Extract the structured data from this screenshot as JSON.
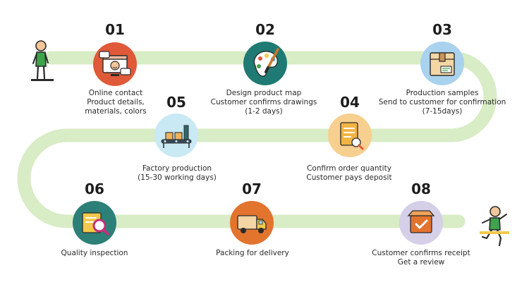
{
  "colors": {
    "path": "#d8ecc5",
    "step_01": "#e05a3a",
    "step_02": "#1f7a73",
    "step_03": "#a9d2ee",
    "step_04": "#f7cf8f",
    "step_05": "#c9e9f4",
    "step_06": "#2c8078",
    "step_07": "#e2742e",
    "step_08": "#d5cfe8",
    "figure_shirt": "#3fa34d",
    "figure_skin": "#f3c79a"
  },
  "steps": [
    {
      "number": "01",
      "icon": "chat-window-icon",
      "caption": [
        "Online contact",
        "Product details,",
        "materials, colors"
      ]
    },
    {
      "number": "02",
      "icon": "paint-palette-icon",
      "caption": [
        "Design product map",
        "Customer confirms drawings",
        "(1-2 days)"
      ]
    },
    {
      "number": "03",
      "icon": "package-box-icon",
      "caption": [
        "Production samples",
        "Send to customer for confirmation",
        "(7-15days)"
      ]
    },
    {
      "number": "04",
      "icon": "order-document-icon",
      "caption": [
        "Confirm order quantity",
        "Customer pays deposit"
      ]
    },
    {
      "number": "05",
      "icon": "conveyor-belt-icon",
      "caption": [
        "Factory production",
        "(15-30 working days)"
      ]
    },
    {
      "number": "06",
      "icon": "magnifier-inspection-icon",
      "caption": [
        "Quality inspection"
      ]
    },
    {
      "number": "07",
      "icon": "delivery-truck-icon",
      "caption": [
        "Packing for delivery"
      ]
    },
    {
      "number": "08",
      "icon": "confirm-box-icon",
      "caption": [
        "Customer confirms receipt",
        "Get a review"
      ]
    }
  ]
}
